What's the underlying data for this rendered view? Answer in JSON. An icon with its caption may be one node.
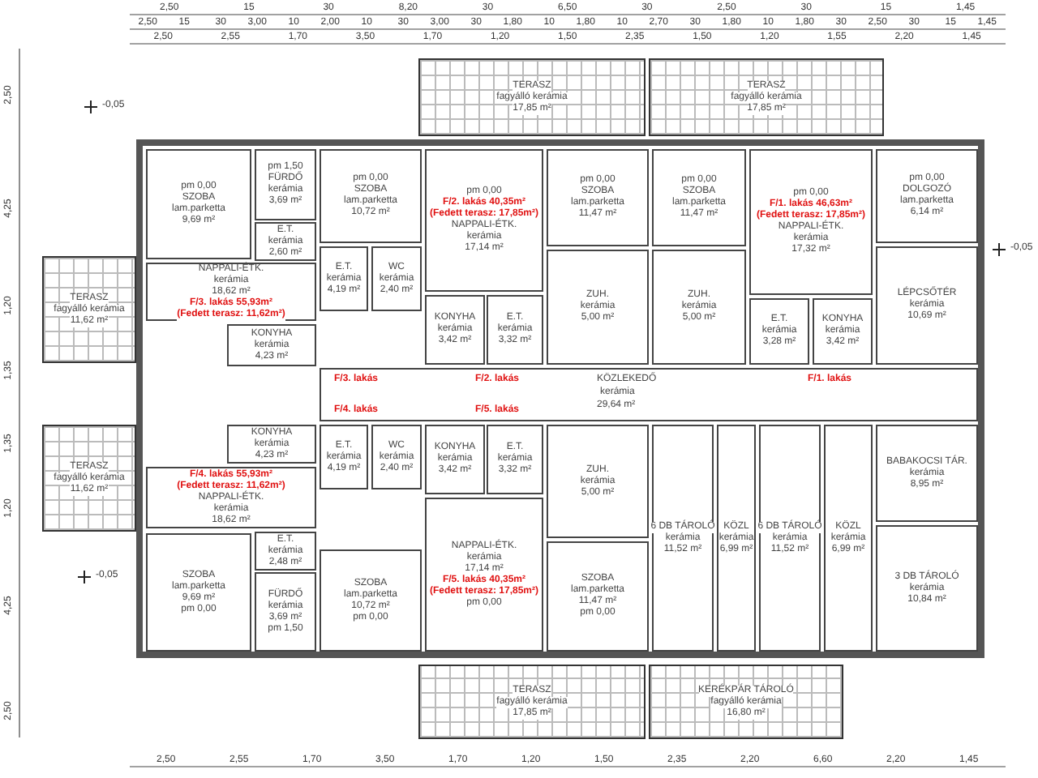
{
  "diagram": {
    "nodes": [
      {
        "text": [
          "TERASZ",
          "fagyálló kerámia",
          "17,85 m²"
        ]
      },
      {
        "text": [
          "TERASZ",
          "fagyálló kerámia",
          "17,85 m²"
        ]
      },
      {
        "text": [
          "pm 0,00",
          "SZOBA",
          "lam.parketta",
          "9,69 m²"
        ]
      },
      {
        "text": [
          "pm 1,50",
          "FÜRDŐ",
          "kerámia",
          "3,69 m²"
        ]
      },
      {
        "text": [
          "pm 0,00",
          "SZOBA",
          "lam.parketta",
          "10,72 m²"
        ]
      },
      {
        "text": [
          "pm 0,00",
          "F/2. lakás 40,35m²",
          "(Fedett terasz: 17,85m²)",
          "NAPPALI-ÉTK.",
          "kerámia",
          "17,14 m²"
        ]
      },
      {
        "text": [
          "pm 0,00",
          "SZOBA",
          "lam.parketta",
          "11,47 m²"
        ]
      },
      {
        "text": [
          "pm 0,00",
          "SZOBA",
          "lam.parketta",
          "11,47 m²"
        ]
      },
      {
        "text": [
          "pm 0,00",
          "F/1. lakás 46,63m²",
          "(Fedett terasz: 17,85m²)",
          "NAPPALI-ÉTK.",
          "kerámia",
          "17,32 m²"
        ]
      },
      {
        "text": [
          "pm 0,00",
          "DOLGOZÓ",
          "lam.parketta",
          "6,14 m²"
        ]
      },
      {
        "text": [
          "TERASZ",
          "fagyálló kerámia",
          "11,62 m²"
        ]
      },
      {
        "text": [
          "E.T.",
          "kerámia",
          "2,60 m²"
        ]
      },
      {
        "text": [
          "NAPPALI-ÉTK.",
          "kerámia",
          "18,62 m²",
          "F/3. lakás 55,93m²",
          "(Fedett terasz: 11,62m²)"
        ]
      },
      {
        "text": [
          "E.T.",
          "kerámia",
          "4,19 m²"
        ]
      },
      {
        "text": [
          "WC",
          "kerámia",
          "2,40 m²"
        ]
      },
      {
        "text": [
          "ZUH.",
          "kerámia",
          "5,00 m²"
        ]
      },
      {
        "text": [
          "ZUH.",
          "kerámia",
          "5,00 m²"
        ]
      },
      {
        "text": [
          "LÉPCSŐTÉR",
          "kerámia",
          "10,69 m²"
        ]
      },
      {
        "text": [
          "KONYHA",
          "kerámia",
          "4,23 m²"
        ]
      },
      {
        "text": [
          "KONYHA",
          "kerámia",
          "3,42 m²"
        ]
      },
      {
        "text": [
          "E.T.",
          "kerámia",
          "3,32 m²"
        ]
      },
      {
        "text": [
          "E.T.",
          "kerámia",
          "3,28 m²"
        ]
      },
      {
        "text": [
          "KONYHA",
          "kerámia",
          "3,42 m²"
        ]
      },
      {
        "text": [
          "F/3. lakás",
          "F/2. lakás",
          "KÖZLEKEDŐ",
          "kerámia",
          "29,64 m²",
          "F/1. lakás",
          "F/4. lakás",
          "F/5. lakás"
        ]
      },
      {
        "text": [
          "TERASZ",
          "fagyálló kerámia",
          "11,62 m²"
        ]
      },
      {
        "text": [
          "KONYHA",
          "kerámia",
          "4,23 m²"
        ]
      },
      {
        "text": [
          "E.T.",
          "kerámia",
          "4,19 m²"
        ]
      },
      {
        "text": [
          "WC",
          "kerámia",
          "2,40 m²"
        ]
      },
      {
        "text": [
          "KONYHA",
          "kerámia",
          "3,42 m²"
        ]
      },
      {
        "text": [
          "E.T.",
          "kerámia",
          "3,32 m²"
        ]
      },
      {
        "text": [
          "ZUH.",
          "kerámia",
          "5,00 m²"
        ]
      },
      {
        "text": [
          "6 DB TÁROLÓ",
          "kerámia",
          "11,52 m²"
        ]
      },
      {
        "text": [
          "KÖZL",
          "kerámia",
          "6,99 m²"
        ]
      },
      {
        "text": [
          "6 DB TÁROLÓ",
          "kerámia",
          "11,52 m²"
        ]
      },
      {
        "text": [
          "KÖZL",
          "kerámia",
          "6,99 m²"
        ]
      },
      {
        "text": [
          "BABAKOCSI TÁR.",
          "kerámia",
          "8,95 m²"
        ]
      },
      {
        "text": [
          "F/4. lakás 55,93m²",
          "(Fedett terasz: 11,62m²)",
          "NAPPALI-ÉTK.",
          "kerámia",
          "18,62 m²"
        ]
      },
      {
        "text": [
          "NAPPALI-ÉTK.",
          "kerámia",
          "17,14 m²",
          "F/5. lakás 40,35m²",
          "(Fedett terasz: 17,85m²)",
          "pm 0,00"
        ]
      },
      {
        "text": [
          "3 DB TÁROLÓ",
          "kerámia",
          "10,84 m²"
        ]
      },
      {
        "text": [
          "SZOBA",
          "lam.parketta",
          "11,47 m²",
          "pm 0,00"
        ]
      },
      {
        "text": [
          "E.T.",
          "kerámia",
          "2,48 m²"
        ]
      },
      {
        "text": [
          "SZOBA",
          "lam.parketta",
          "9,69 m²",
          "pm 0,00"
        ]
      },
      {
        "text": [
          "SZOBA",
          "lam.parketta",
          "10,72 m²",
          "pm 0,00"
        ]
      },
      {
        "text": [
          "FÜRDŐ",
          "kerámia",
          "3,69 m²",
          "pm 1,50"
        ]
      },
      {
        "text": [
          "TERASZ",
          "fagyálló kerámia",
          "17,85 m²"
        ]
      },
      {
        "text": [
          "KERÉKPÁR TÁROLÓ",
          "fagyálló kerámia",
          "16,80 m²"
        ]
      }
    ],
    "labels": [
      "2,50",
      "15",
      "30",
      "8,20",
      "30",
      "6,50",
      "30",
      "2,50",
      "30",
      "15",
      "1,45",
      "2,50",
      "15",
      "30",
      "3,00",
      "10",
      "2,00",
      "10",
      "30",
      "3,00",
      "30",
      "1,80",
      "10",
      "1,80",
      "10",
      "2,70",
      "30",
      "1,80",
      "10",
      "1,80",
      "30",
      "2,50",
      "30",
      "15",
      "1,45",
      "2,50",
      "2,55",
      "1,70",
      "3,50",
      "1,70",
      "1,20",
      "1,50",
      "2,35",
      "1,50",
      "1,20",
      "1,55",
      "2,20",
      "1,45",
      "-0,05",
      "-0,05",
      "-0,05",
      "2,50",
      "4,25",
      "1,20",
      "1,35",
      "1,35",
      "1,20",
      "4,25",
      "2,50",
      "2,50",
      "2,55",
      "1,70",
      "3,50",
      "1,70",
      "1,20",
      "1,50",
      "2,35",
      "2,20",
      "6,60",
      "2,20",
      "1,45"
    ]
  }
}
